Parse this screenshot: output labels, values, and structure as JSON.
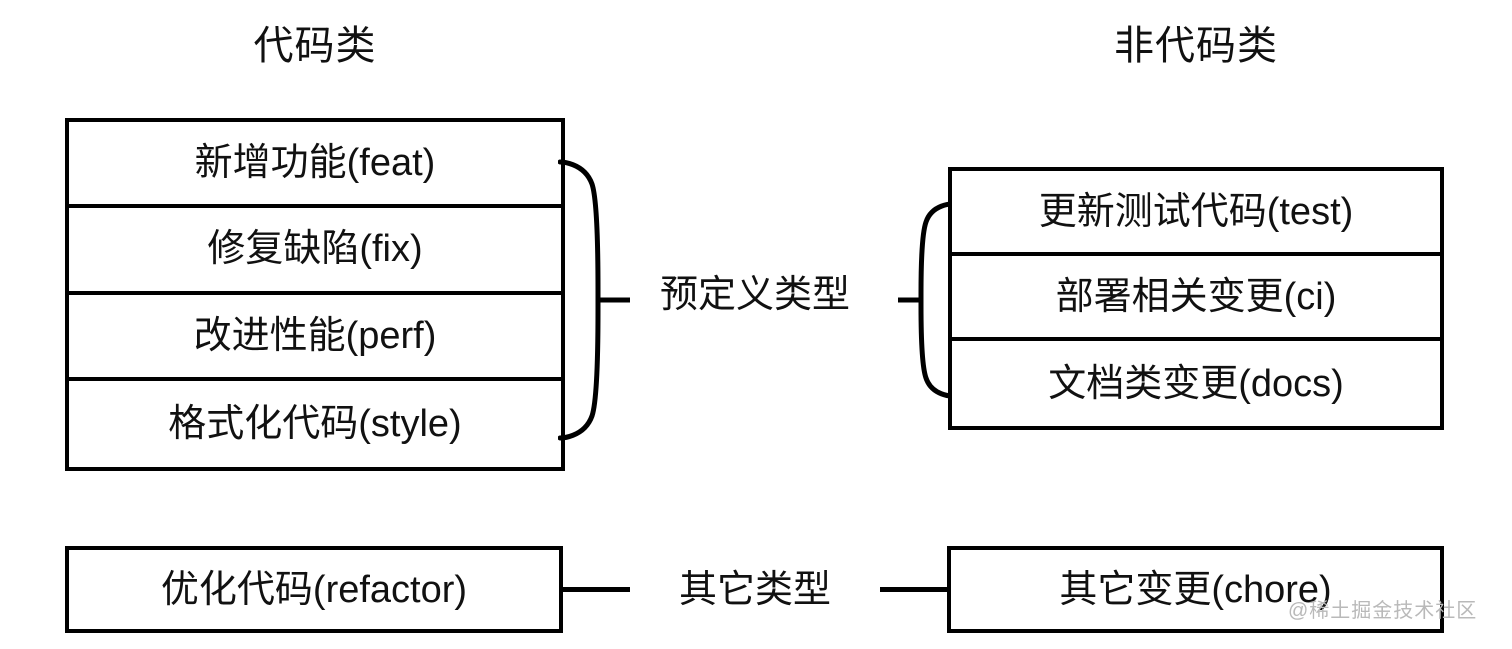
{
  "diagram": {
    "title_left": "代码类",
    "title_right": "非代码类",
    "code_group": {
      "heading": "代码类",
      "rows": [
        "新增功能(feat)",
        "修复缺陷(fix)",
        "改进性能(perf)",
        "格式化代码(style)"
      ]
    },
    "noncode_group": {
      "heading": "非代码类",
      "rows": [
        "更新测试代码(test)",
        "部署相关变更(ci)",
        "文档类变更(docs)"
      ]
    },
    "center_label_top": "预定义类型",
    "center_label_bottom": "其它类型",
    "other_left_box": "优化代码(refactor)",
    "other_right_box": "其它变更(chore)",
    "watermark": "@稀土掘金技术社区",
    "colors": {
      "stroke": "#000000",
      "text": "#111111",
      "background": "#ffffff",
      "watermark": "#b9b9b9"
    }
  }
}
